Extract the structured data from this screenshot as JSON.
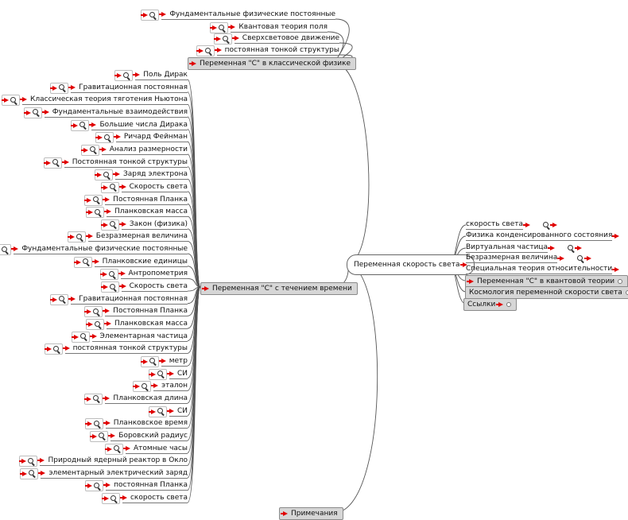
{
  "root": {
    "label": "Переменная скорость света"
  },
  "left_branches": {
    "classical": {
      "label": "Переменная \"С\" в классической физике"
    },
    "time": {
      "label": "Переменная \"С\" с течением времени"
    },
    "notes": {
      "label": "Примечания"
    }
  },
  "classical_leaves": [
    "Фундаментальные физические постоянные",
    "Квантовая теория поля",
    "Сверхсветовое движение",
    "постоянная тонкой структуры"
  ],
  "time_leaves": [
    "Поль Дирак",
    "Гравитационная постоянная",
    "Классическая теория тяготения Ньютона",
    "Фундаментальные взаимодействия",
    "Большие числа Дирака",
    "Ричард Фейнман",
    "Анализ размерности",
    "Постоянная тонкой структуры",
    "Заряд электрона",
    "Скорость света",
    "Постоянная Планка",
    "Планковская масса",
    "Закон (физика)",
    "Безразмерная величина",
    "Фундаментальные физические постоянные",
    "Планковские единицы",
    "Антропометрия",
    "Скорость света",
    "Гравитационная постоянная",
    "Постоянная Планка",
    "Планковская масса",
    "Элементарная частица",
    "постоянная тонкой структуры",
    "метр",
    "СИ",
    "эталон",
    "Планковская длина",
    "СИ",
    "Планковское время",
    "Боровский радиус",
    "Атомные часы",
    "Природный ядерный реактор в Окло",
    "элементарный электрический заряд",
    "постоянная Планка",
    "скорость света"
  ],
  "right_leaves": [
    "скорость света",
    "Физика конденсированного состояния",
    "Виртуальная частица",
    "Безразмерная величина",
    "Специальная теория относительности"
  ],
  "right_branches": [
    "Переменная \"С\" в квантовой теории",
    "Космология переменной скорости света",
    "Ссылки"
  ],
  "colors": {
    "arrow": "#e00000",
    "branch_fill": "#d6d6d6",
    "line": "#555555"
  }
}
